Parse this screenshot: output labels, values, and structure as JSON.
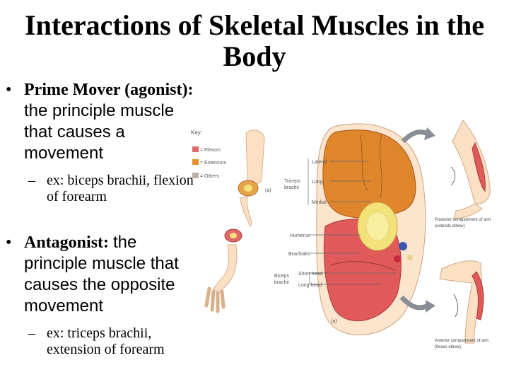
{
  "slide": {
    "title": "Interactions of Skeletal Muscles in the Body",
    "bullets": [
      {
        "term": "Prime Mover (agonist):",
        "definition": "the principle muscle that causes a movement",
        "example": "ex: biceps brachii, flexion of forearm"
      },
      {
        "term": "Antagonist:",
        "definition": "the principle muscle that causes the opposite movement",
        "example": "ex: triceps brachii, extension of forearm"
      }
    ]
  },
  "figure": {
    "key_title": "Key:",
    "key": [
      {
        "label": "= Flexors",
        "color": "#e06a6a"
      },
      {
        "label": "= Extensors",
        "color": "#e7932a"
      },
      {
        "label": "= Others",
        "color": "#b9b0a8"
      }
    ],
    "panel_label_a": "(a)",
    "triceps_label": [
      "Triceps",
      "brachii"
    ],
    "triceps_heads": [
      "Lateral",
      "Long",
      "Medial"
    ],
    "humerus_label": "Humerus",
    "brachialis_label": "Brachialis",
    "biceps_label": [
      "Biceps",
      "brachii"
    ],
    "biceps_heads": [
      "Short head",
      "Long head"
    ],
    "posterior_caption": [
      "Posterior compartment of arm",
      "(extends elbow)"
    ],
    "anterior_caption": [
      "Anterior compartment of arm",
      "(flexes elbow)"
    ],
    "colors": {
      "flexor": "#e05a5a",
      "extensor": "#e08a2c",
      "bone": "#f3e27a",
      "skin": "#fbe0c4"
    }
  }
}
